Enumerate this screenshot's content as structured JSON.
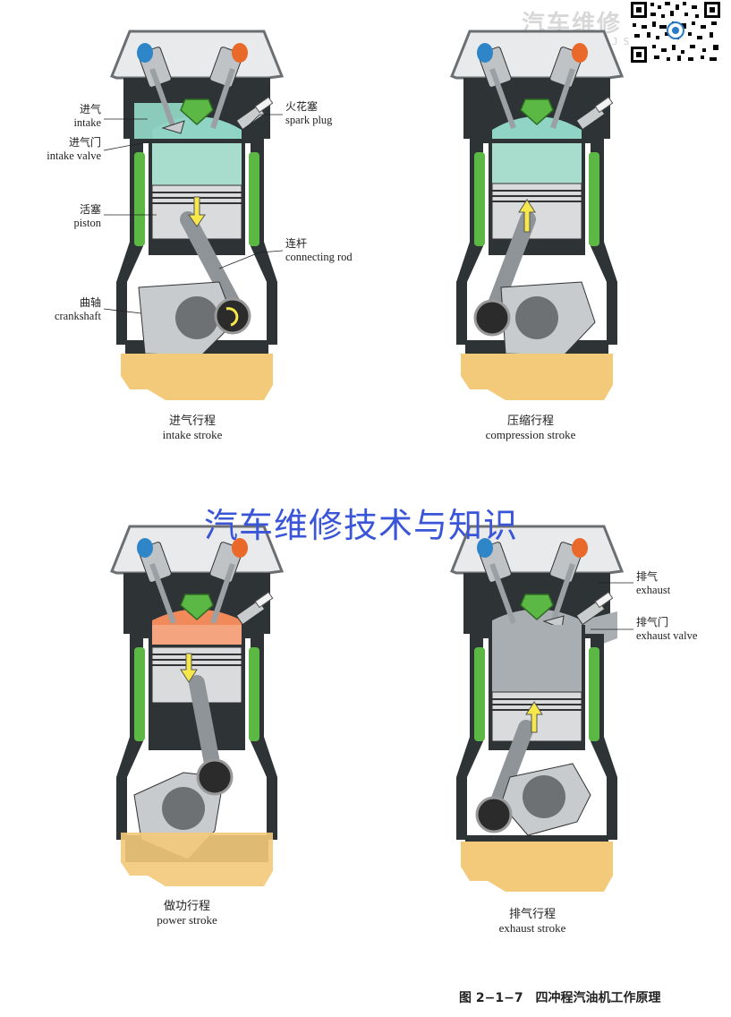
{
  "brand": {
    "name": "汽车维修",
    "sub": "WWW.QCWXJS"
  },
  "watermark": "汽车维修技术与知识",
  "labels": {
    "intake_zh": "进气",
    "intake_en": "intake",
    "intake_valve_zh": "进气门",
    "intake_valve_en": "intake valve",
    "piston_zh": "活塞",
    "piston_en": "piston",
    "crankshaft_zh": "曲轴",
    "crankshaft_en": "crankshaft",
    "spark_plug_zh": "火花塞",
    "spark_plug_en": "spark plug",
    "connecting_rod_zh": "连杆",
    "connecting_rod_en": "connecting rod",
    "exhaust_zh": "排气",
    "exhaust_en": "exhaust",
    "exhaust_valve_zh": "排气门",
    "exhaust_valve_en": "exhaust valve"
  },
  "strokes": [
    {
      "zh": "进气行程",
      "en": "intake stroke"
    },
    {
      "zh": "压缩行程",
      "en": "compression stroke"
    },
    {
      "zh": "做功行程",
      "en": "power stroke"
    },
    {
      "zh": "排气行程",
      "en": "exhaust stroke"
    }
  ],
  "figure_caption": "图 2−1−7　四冲程汽油机工作原理",
  "colors": {
    "block": "#2e3336",
    "coolant": "#5cb844",
    "head": "#c8cacc",
    "intake_gas": "#8fd4c4",
    "combustion": "#f08a5a",
    "exhaust_gas": "#a9aeb3",
    "oil": "#f3c97a",
    "arrow": "#f6e84a",
    "intake_valve_cap": "#2e86c8",
    "exhaust_valve_cap": "#e8692a"
  },
  "icons": {
    "arrow": "yellow-arrow",
    "qr": "qr-code"
  }
}
